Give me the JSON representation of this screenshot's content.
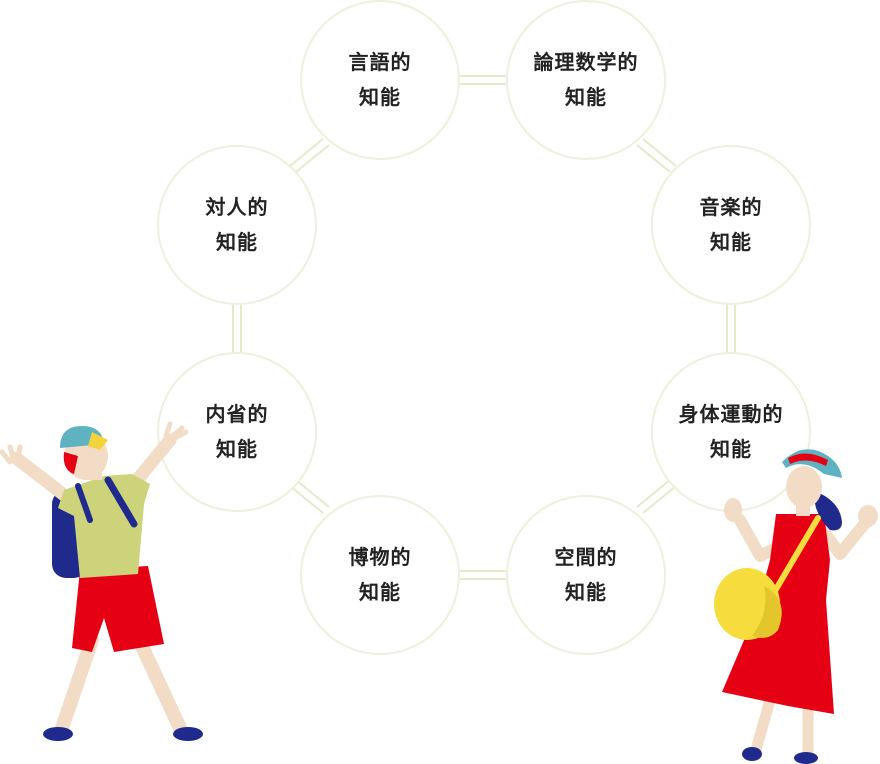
{
  "diagram": {
    "nodes": [
      {
        "id": "linguistic",
        "line1": "言語的",
        "line2": "知能"
      },
      {
        "id": "logical-mathematical",
        "line1": "論理数学的",
        "line2": "知能"
      },
      {
        "id": "musical",
        "line1": "音楽的",
        "line2": "知能"
      },
      {
        "id": "bodily-kinesthetic",
        "line1": "身体運動的",
        "line2": "知能"
      },
      {
        "id": "spatial",
        "line1": "空間的",
        "line2": "知能"
      },
      {
        "id": "naturalist",
        "line1": "博物的",
        "line2": "知能"
      },
      {
        "id": "intrapersonal",
        "line1": "内省的",
        "line2": "知能"
      },
      {
        "id": "interpersonal",
        "line1": "対人的",
        "line2": "知能"
      }
    ]
  },
  "colors": {
    "node_border": "#eef0dc",
    "connector": "#e6e9c8",
    "text": "#222222",
    "boy_skin": "#f3dcc6",
    "boy_shirt": "#cdd37a",
    "boy_shorts": "#e60013",
    "backpack": "#1f2a8c",
    "cap": "#5fb2c2",
    "cap_accent": "#f2d43a",
    "girl_dress": "#e60013",
    "girl_hat": "#5fb2c2",
    "girl_hair": "#1f2a8c",
    "bag": "#f7dc3e",
    "shoes": "#1f2a8c"
  },
  "illustrations": [
    {
      "name": "boy-with-backpack"
    },
    {
      "name": "girl-with-sunhat"
    }
  ]
}
